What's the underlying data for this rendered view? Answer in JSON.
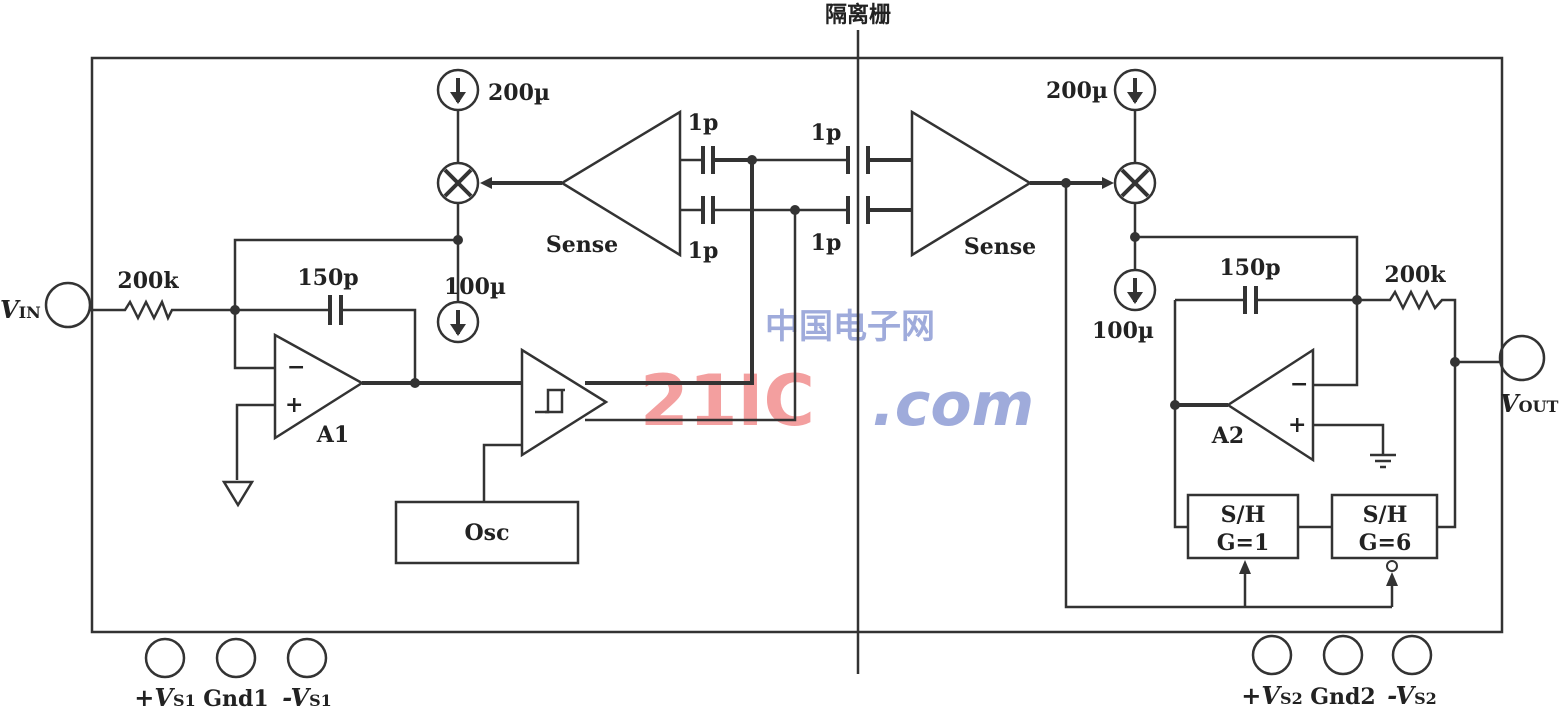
{
  "title": "隔离栅",
  "input": {
    "v": "V",
    "sub": "IN"
  },
  "output": {
    "v": "V",
    "sub": "OUT"
  },
  "left": {
    "resistor": "200k",
    "cap": "150p",
    "amp": "A1",
    "current_top": "200µ",
    "current_bottom": "100µ",
    "sense": "Sense",
    "cap_top": "1p",
    "cap_bottom": "1p",
    "osc": "Osc"
  },
  "barrier": {
    "cap_top": "1p",
    "cap_bottom": "1p"
  },
  "right": {
    "sense": "Sense",
    "current_top": "200µ",
    "current_bottom": "100µ",
    "cap": "150p",
    "resistor": "200k",
    "amp": "A2",
    "sh1": {
      "line1": "S/H",
      "line2": "G=1"
    },
    "sh2": {
      "line1": "S/H",
      "line2": "G=6"
    }
  },
  "pins_left": [
    {
      "pre": "+V",
      "sub": "S1"
    },
    {
      "pre": "Gnd1",
      "sub": ""
    },
    {
      "pre": "-V",
      "sub": "S1"
    }
  ],
  "pins_right": [
    {
      "pre": "+V",
      "sub": "S2"
    },
    {
      "pre": "Gnd2",
      "sub": ""
    },
    {
      "pre": "-V",
      "sub": "S2"
    }
  ],
  "watermark": {
    "cn": "中国电子网",
    "brand": "21IC",
    "domain": ".com",
    "red": "#f08080",
    "blue": "#8090d0"
  }
}
